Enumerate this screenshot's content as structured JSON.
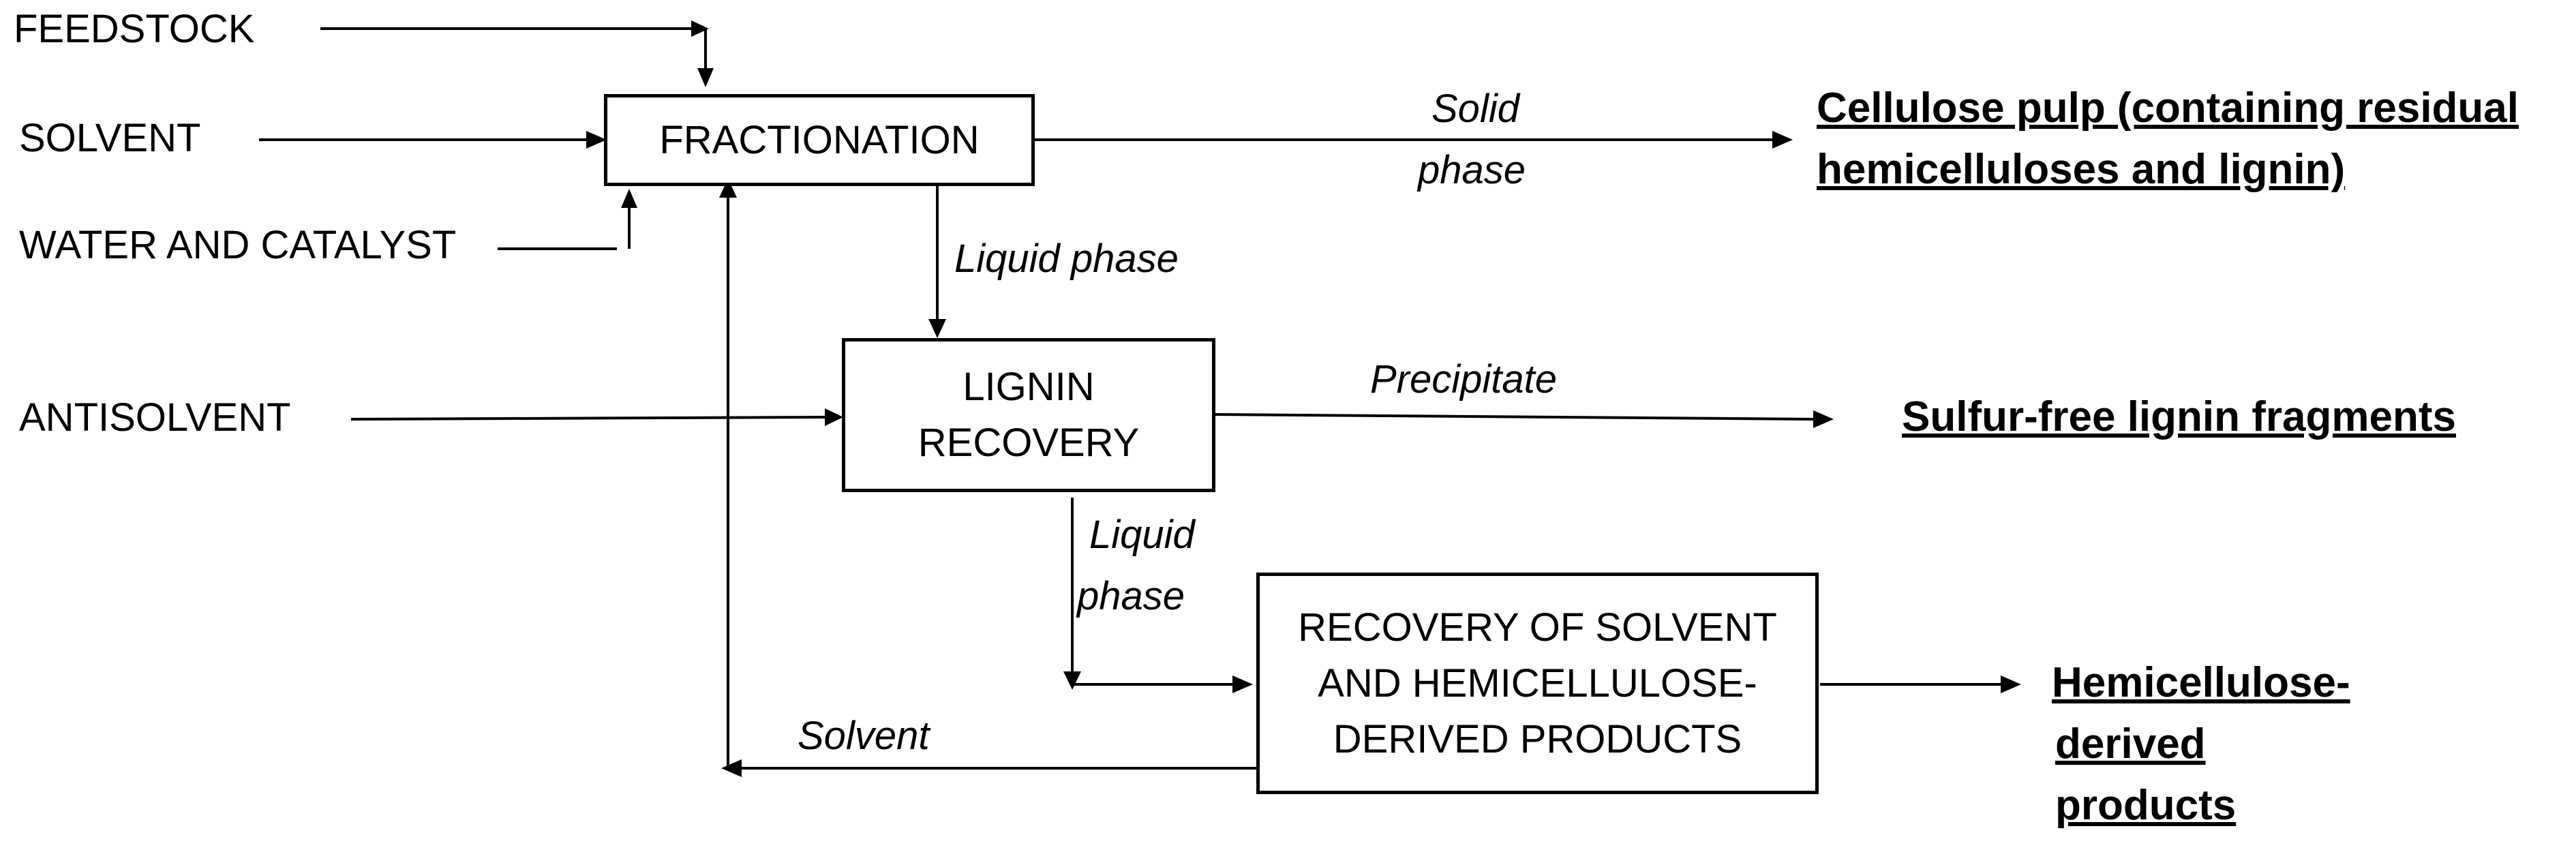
{
  "inputs": {
    "feedstock": "FEEDSTOCK",
    "solvent": "SOLVENT",
    "water_catalyst": "WATER AND CATALYST",
    "antisolvent": "ANTISOLVENT"
  },
  "boxes": {
    "fractionation": [
      "FRACTIONATION"
    ],
    "lignin_recovery": [
      "LIGNIN",
      "RECOVERY"
    ],
    "solvent_recovery": [
      "RECOVERY OF SOLVENT",
      "AND HEMICELLULOSE-",
      "DERIVED PRODUCTS"
    ]
  },
  "flows": {
    "solid_phase": [
      "Solid",
      "phase"
    ],
    "liquid_phase_1": "Liquid phase",
    "precipitate": "Precipitate",
    "liquid_phase_2": [
      "Liquid",
      "phase"
    ],
    "solvent": "Solvent"
  },
  "products": {
    "cellulose_pulp": [
      "Cellulose pulp (containing residual",
      "hemicelluloses and lignin)"
    ],
    "lignin_fragments": "Sulfur-free lignin fragments",
    "hemicellulose_products": [
      "Hemicellulose-",
      "derived",
      "products"
    ]
  }
}
